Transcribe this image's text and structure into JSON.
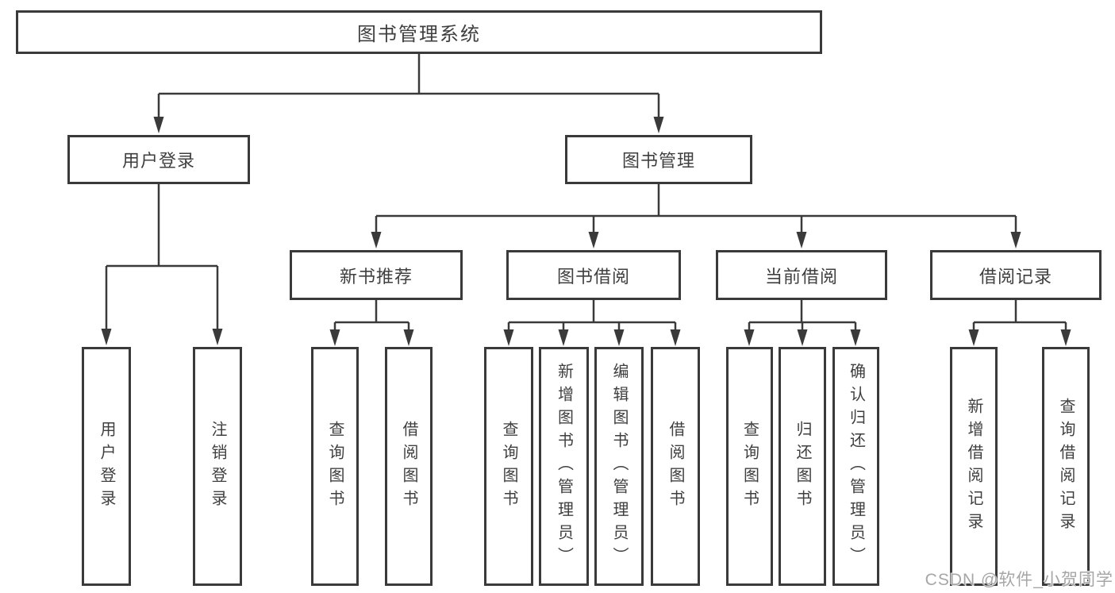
{
  "diagram": {
    "tree": {
      "label": "图书管理系统",
      "children": [
        {
          "label": "用户登录",
          "children": [
            {
              "label": "用户登录"
            },
            {
              "label": "注销登录"
            }
          ]
        },
        {
          "label": "图书管理",
          "children": [
            {
              "label": "新书推荐",
              "children": [
                {
                  "label": "查询图书"
                },
                {
                  "label": "借阅图书"
                }
              ]
            },
            {
              "label": "图书借阅",
              "children": [
                {
                  "label": "查询图书"
                },
                {
                  "label": "新增图书（管理员）"
                },
                {
                  "label": "编辑图书（管理员）"
                },
                {
                  "label": "借阅图书"
                }
              ]
            },
            {
              "label": "当前借阅",
              "children": [
                {
                  "label": "查询图书"
                },
                {
                  "label": "归还图书"
                },
                {
                  "label": "确认归还（管理员）"
                }
              ]
            },
            {
              "label": "借阅记录",
              "children": [
                {
                  "label": "新增借阅记录"
                },
                {
                  "label": "查询借阅记录"
                }
              ]
            }
          ]
        }
      ]
    },
    "colors": {
      "line": "#3a3a3a",
      "text": "#3f3f3f",
      "background": "#ffffff",
      "watermark": "#a6a6a6"
    }
  },
  "watermark": {
    "text": "CSDN @软件_小贺同学"
  }
}
